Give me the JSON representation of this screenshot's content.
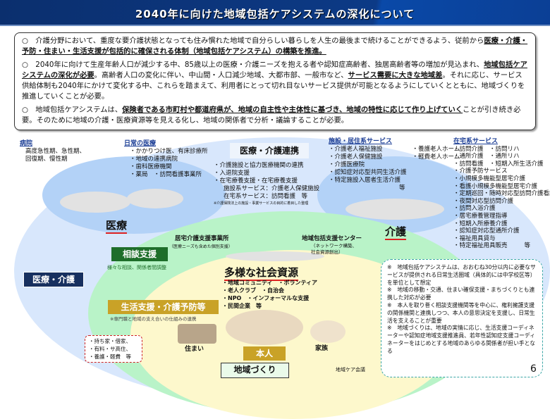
{
  "header": {
    "title": "2040年に向けた地域包括ケアシステムの深化について"
  },
  "intro": [
    {
      "pre": "○　介護分野において、重度な要介護状態となっても住み慣れた地域で自分らしい暮らしを人生の最後まで続けることができるよう、従前から",
      "em1": "医療・介護・予防・住まい・生活支援が包括的に確保される体制（地域包括ケアシステム）の構築を推進。",
      "mid": "",
      "em2": "",
      "post": ""
    },
    {
      "pre": "○　2040年に向けて生産年齢人口が減少する中、85歳以上の医療・介護ニーズを抱える者や認知症高齢者、独居高齢者等の増加が見込まれ、",
      "em1": "地域包括ケアシステムの深化が必要",
      "mid": "。高齢者人口の変化に伴い、中山間・人口減少地域、大都市部、一般市など、",
      "em2": "サービス需要に大きな地域差",
      "post": "。それに応じ、サービス供給体制も2040年にかけて変化する中、これらを踏まえて、利用者にとって切れ目ないサービス提供が可能となるようにしていくとともに、地域づくりを推進していくことが必要。"
    },
    {
      "pre": "○　地域包括ケアシステムは、",
      "em1": "保険者である市町村や都道府県が、地域の自主性や主体性に基づき、地域の特性に応じて作り上げていく",
      "mid": "ことが引き続き必要。そのために地域の介護・医療資源等を見える化し、地域の関係者で分析・議論することが必要。",
      "em2": "",
      "post": ""
    }
  ],
  "hospital": {
    "title": "病院",
    "lines": [
      "高度急性期、急性期、",
      "回復期、慢性期"
    ]
  },
  "daily_medical": {
    "title": "日常の医療",
    "items": [
      "・かかりつけ医、有床診療所",
      "・地域の連携病院",
      "・歯科医療機関",
      "・薬局　・訪問看護事業所"
    ]
  },
  "coordination": {
    "title": "医療・介護連携",
    "items": [
      "・介護施設と協力医療機関の連携",
      "・入退院支援",
      "・在宅療養支援・在宅療養支援"
    ],
    "subs": [
      "施設系サービス：介護老人保健施設",
      "在宅系サービス：訪問看護　等"
    ],
    "note": "※介護保険法上の施設・事業サービスの目的に着目した整理"
  },
  "facility": {
    "title": "施設・居住系サービス",
    "col1": [
      "・介護老人福祉施設",
      "・介護老人保健施設",
      "・介護医療院",
      "・認知症対応型共同生活介護",
      "・特定施設入居者生活介護"
    ],
    "col2": [
      "・養護老人ホーム",
      "・軽費老人ホーム"
    ],
    "etc": "等"
  },
  "home": {
    "title": "在宅系サービス",
    "items": [
      "・訪問介護　・訪問リハ",
      "・通所介護　・通所リハ",
      "・訪問看護　・短期入所生活介護",
      "・介護予防サービス",
      "・小規模多機能型居宅介護",
      "・看護小規模多機能型居宅介護",
      "・定期巡回・随時対応型訪問介護看護",
      "・夜間対応型訪問介護",
      "・訪問入浴介護",
      "・居宅療養管理指導",
      "・短期入所療養介護",
      "・認知症対応型通所介護",
      "・福祉用具貸与",
      "・特定福祉用具販売"
    ],
    "etc": "等"
  },
  "labels": {
    "iryo": "医療",
    "kaigo": "介護",
    "soudan": "相談支援",
    "soudan_sub": "様々な相談、関係者間調整",
    "iryo_kaigo": "医療・介護",
    "seikatsu": "生活支援・介護予防等",
    "seikatsu_sub": "※専門職と地域の支え合いの仕組みの連携",
    "kyotaku": "居宅介護支援事業所",
    "kyotaku_sub": "（医療ニーズも含めた個別支援）",
    "center": "地域包括支援センター",
    "center_sub1": "（ネットワーク構築、",
    "center_sub2": "社会資源創出）",
    "resources": "多様な社会資源",
    "resource_items": [
      "・地域コミュニティ　・ボランティア",
      "・老人クラブ　・自治会",
      "・NPO　・インフォーマルな支援",
      "・民間企業　等"
    ],
    "sumai": "住まい",
    "honnin": "本人",
    "kazoku": "家族",
    "chiiki": "地域づくり",
    "care_kaigi": "地域ケア会議"
  },
  "housing_callout": [
    "・持ち家・借家、",
    "・有料・サ高住、",
    "・養護・軽費　等"
  ],
  "notes": [
    "※　地域包括ケアシステムは、おおむね30分以内に必要なサービスが提供される日常生活圏域（具体的には中学校区等）を単位として想定",
    "※　地域の移動・交通、住まい確保支援・まちづくりとも連携した対応が必要",
    "※　本人を取り巻く相談支援機関等を中心に、権利擁護支援の関係機関と連携しつつ、本人の意思決定を支援し、日常生活を支えることが重要",
    "※　地域づくりは、地域の実情に応じ、生活支援コーディネーターや認知症地域支援推進員、若年性認知症支援コーディネーターをはじめとする地域のあらゆる関係者が担い手となる"
  ],
  "page_number": "6",
  "colors": {
    "header": "#0c3a86",
    "navy": "#17305f",
    "green": "#1e6e2a",
    "gold": "#c9a227",
    "light_blue": "#cfe1fb",
    "light_green": "#b9f3c8",
    "light_yellow": "#fdf8cc"
  }
}
